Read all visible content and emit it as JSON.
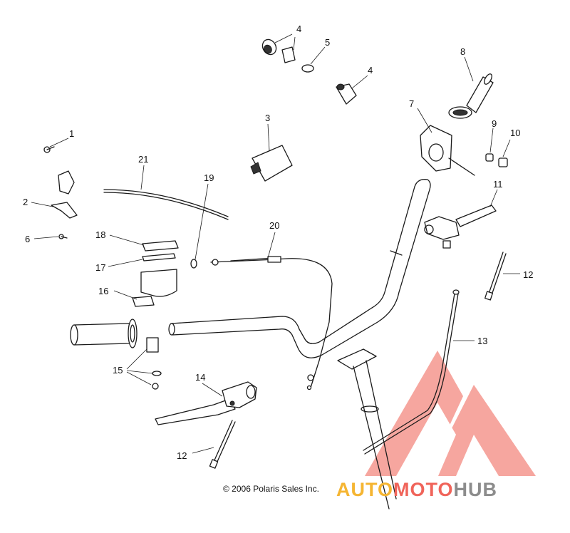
{
  "callouts": {
    "c1": "1",
    "c2": "2",
    "c3": "3",
    "c4a": "4",
    "c4b": "4",
    "c5": "5",
    "c6": "6",
    "c7": "7",
    "c8": "8",
    "c9": "9",
    "c10": "10",
    "c11": "11",
    "c12a": "12",
    "c12b": "12",
    "c13": "13",
    "c14": "14",
    "c15": "15",
    "c16": "16",
    "c17": "17",
    "c18": "18",
    "c19": "19",
    "c20": "20",
    "c21": "21"
  },
  "copyright": "© 2006 Polaris Sales Inc.",
  "watermark": {
    "word1": "AUTO",
    "word2": "MOTO",
    "word3": "HUB",
    "colors": {
      "orange": "#f5b532",
      "red": "#f0645a",
      "gray": "#8c8c8c"
    }
  },
  "icons": [
    "watermark-logo-icon"
  ]
}
